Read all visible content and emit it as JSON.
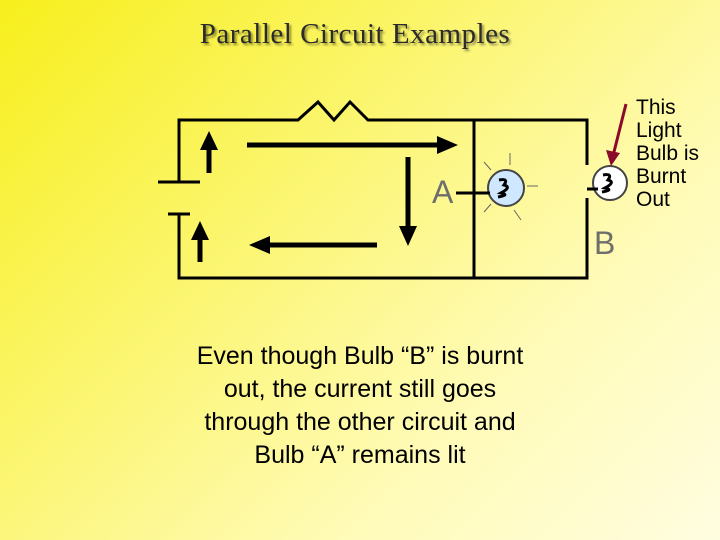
{
  "title": "Parallel Circuit Examples",
  "labels": {
    "bulb_a": "A",
    "bulb_b": "B"
  },
  "bulb_b_note": {
    "lines": [
      "This",
      "Light",
      "Bulb is",
      "Burnt",
      "Out"
    ]
  },
  "caption": {
    "lines": [
      "Even though Bulb “B” is burnt",
      "out, the current still goes",
      "through the other circuit and",
      "Bulb “A” remains lit"
    ]
  },
  "colors": {
    "wire": "#000000",
    "arrow": "#000000",
    "pointer_arrow": "#8b0a2a",
    "bulb_lit_glow": "#cfe8ff",
    "bulb_burnt": "#ffffff"
  }
}
